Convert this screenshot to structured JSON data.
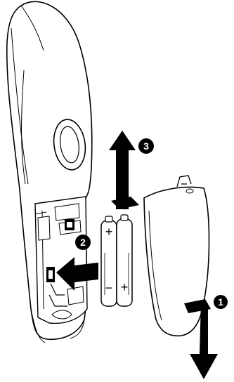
{
  "steps": [
    {
      "number": "1",
      "action": "slide-cover-down"
    },
    {
      "number": "2",
      "action": "remove-batteries"
    },
    {
      "number": "3",
      "action": "lift-batteries-out"
    }
  ],
  "battery": {
    "plus_symbol": "+",
    "minus_symbol": "−"
  },
  "colors": {
    "line": "#000000",
    "fill": "#ffffff",
    "arrow": "#000000"
  }
}
